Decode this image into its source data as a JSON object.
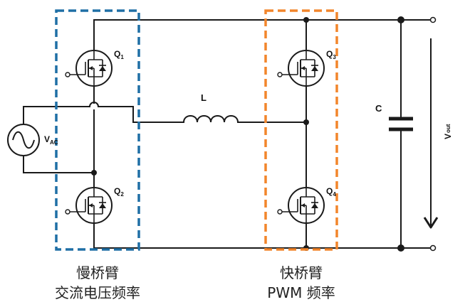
{
  "components": {
    "q1": {
      "label": "Q",
      "sub": "1"
    },
    "q2": {
      "label": "Q",
      "sub": "2"
    },
    "q3": {
      "label": "Q",
      "sub": "3"
    },
    "q4": {
      "label": "Q",
      "sub": "4"
    },
    "inductor": {
      "label": "L"
    },
    "capacitor": {
      "label": "C"
    },
    "source": {
      "label": "V",
      "sub": "AC"
    },
    "output": {
      "label": "V",
      "sub": "out"
    }
  },
  "groups": {
    "slow_leg": {
      "line1": "慢桥臂",
      "line2": "交流电压频率",
      "color": "#1f6fa5"
    },
    "fast_leg": {
      "line1": "快桥臂",
      "line2": "PWM 频率",
      "color": "#f2852b"
    }
  }
}
